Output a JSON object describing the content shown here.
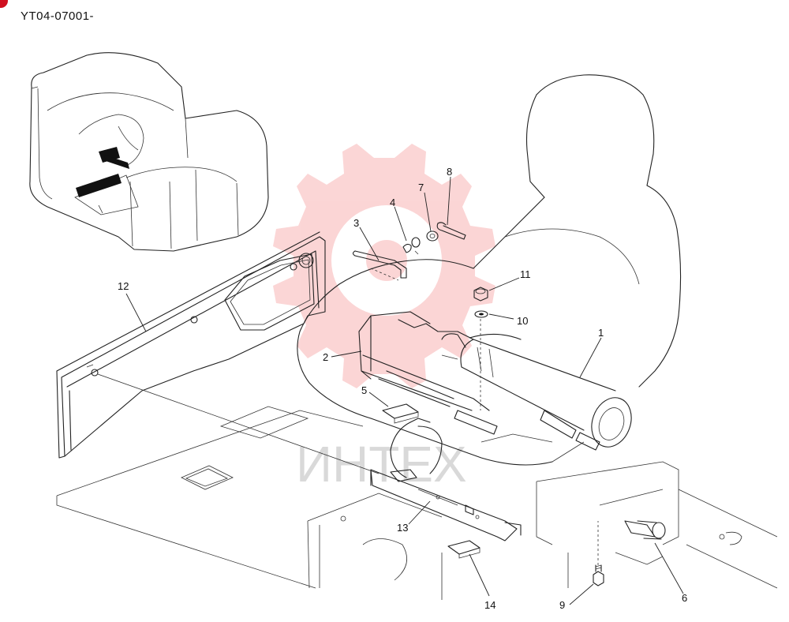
{
  "document": {
    "code": "YT04-07001-"
  },
  "watermark": {
    "text": "ИНТЕХ",
    "color": "#f26a6a"
  },
  "colors": {
    "corner_mark": "#d01020",
    "line": "#222222"
  },
  "callouts": [
    {
      "id": "1",
      "label": "1"
    },
    {
      "id": "2",
      "label": "2"
    },
    {
      "id": "3",
      "label": "3"
    },
    {
      "id": "4",
      "label": "4"
    },
    {
      "id": "5",
      "label": "5"
    },
    {
      "id": "6",
      "label": "6"
    },
    {
      "id": "7",
      "label": "7"
    },
    {
      "id": "8",
      "label": "8"
    },
    {
      "id": "9",
      "label": "9"
    },
    {
      "id": "10",
      "label": "10"
    },
    {
      "id": "11",
      "label": "11"
    },
    {
      "id": "12",
      "label": "12"
    },
    {
      "id": "13",
      "label": "13"
    },
    {
      "id": "14",
      "label": "14"
    }
  ]
}
